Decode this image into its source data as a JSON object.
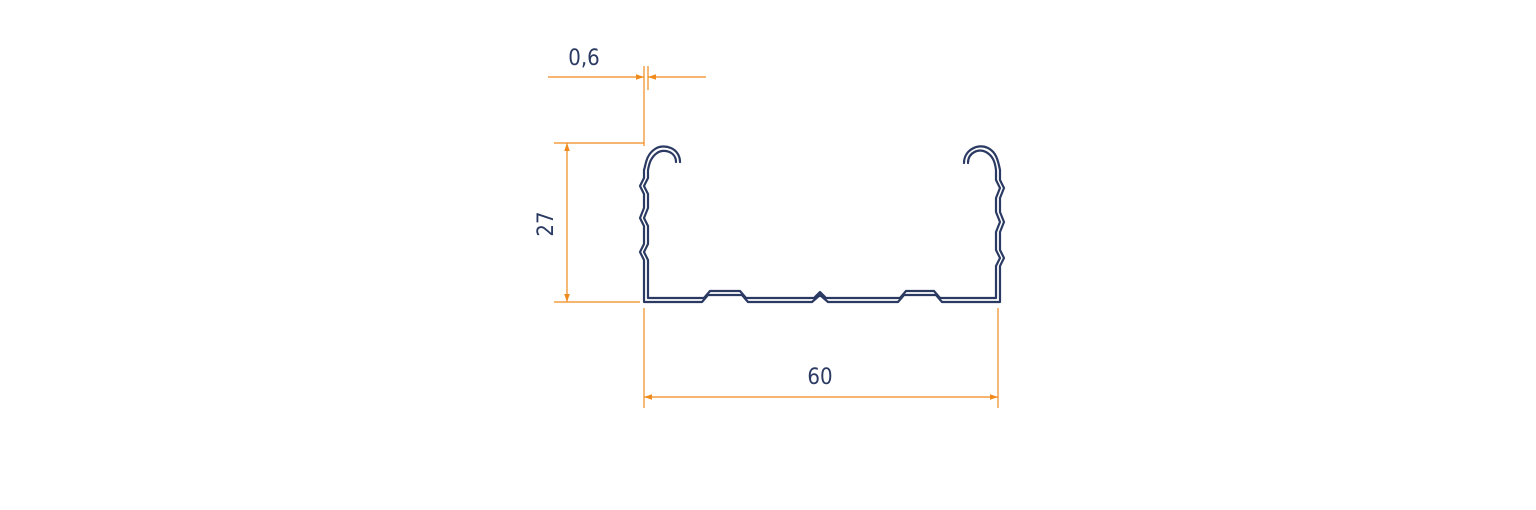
{
  "drawing": {
    "dimensions": {
      "thickness_label": "0,6",
      "height_label": "27",
      "width_label": "60"
    },
    "colors": {
      "profile": "#2b3a63",
      "dimension": "#f08a1c",
      "text": "#2b3a63",
      "background": "#ffffff"
    }
  }
}
